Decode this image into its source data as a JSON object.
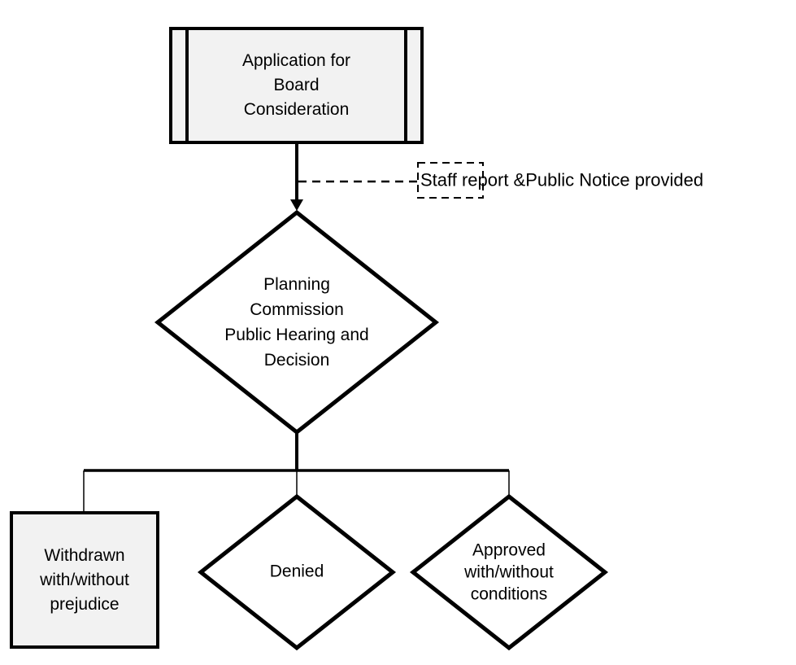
{
  "colors": {
    "stroke": "#000000",
    "gray_fill": "#f2f2f2",
    "white_fill": "#ffffff",
    "background": "#ffffff"
  },
  "nodes": {
    "application": {
      "shape": "predefined-process",
      "label": "Application for\nBoard\nConsideration"
    },
    "planning": {
      "shape": "decision-diamond",
      "label": "Planning\nCommission\nPublic Hearing and\nDecision"
    },
    "withdrawn": {
      "shape": "rectangle",
      "label": "Withdrawn\nwith/without\nprejudice"
    },
    "denied": {
      "shape": "decision-diamond",
      "label": "Denied"
    },
    "approved": {
      "shape": "decision-diamond",
      "label": "Approved\nwith/without\nconditions"
    }
  },
  "annotation": {
    "label": "Staff report &Public Notice provided"
  }
}
